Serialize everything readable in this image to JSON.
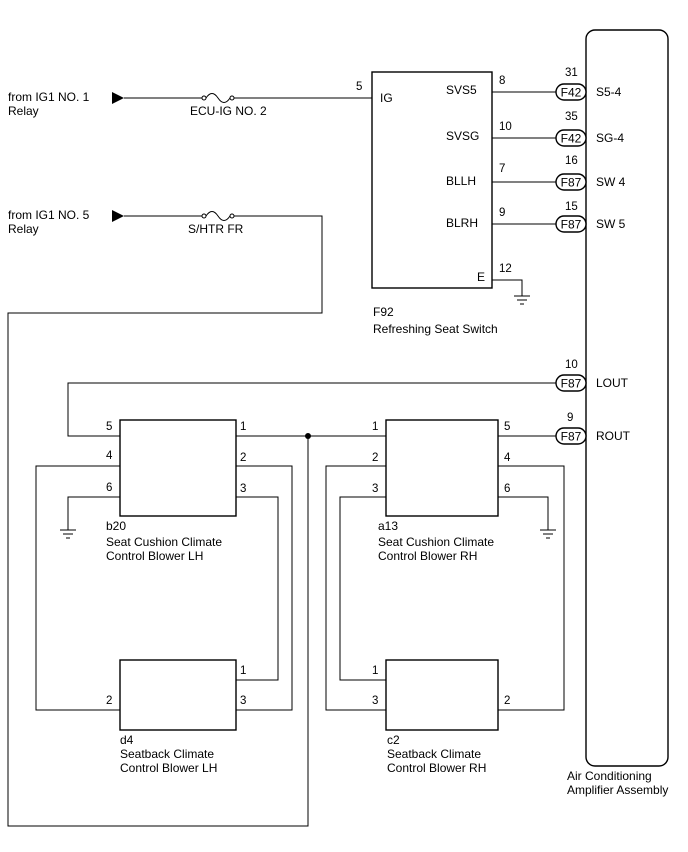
{
  "sources": {
    "ig1_no1": [
      "from IG1 NO. 1",
      "Relay"
    ],
    "ig1_no5": [
      "from IG1 NO. 5",
      "Relay"
    ]
  },
  "fuses": {
    "ecu_ig_no2": "ECU-IG NO. 2",
    "shtr_fr": "S/HTR FR"
  },
  "switch": {
    "connector": "F92",
    "name": "Refreshing Seat Switch",
    "ig_pin": "5",
    "ig_label": "IG",
    "terminals": [
      {
        "pin": "8",
        "label": "SVS5"
      },
      {
        "pin": "10",
        "label": "SVSG"
      },
      {
        "pin": "7",
        "label": "BLLH"
      },
      {
        "pin": "9",
        "label": "BLRH"
      }
    ],
    "ground_pin": "12",
    "ground_label": "E"
  },
  "amplifier": {
    "name": [
      "Air Conditioning",
      "Amplifier Assembly"
    ],
    "terminals": [
      {
        "pin": "31",
        "connector": "F42",
        "label": "S5-4"
      },
      {
        "pin": "35",
        "connector": "F42",
        "label": "SG-4"
      },
      {
        "pin": "16",
        "connector": "F87",
        "label": "SW 4"
      },
      {
        "pin": "15",
        "connector": "F87",
        "label": "SW 5"
      },
      {
        "pin": "10",
        "connector": "F87",
        "label": "LOUT"
      },
      {
        "pin": "9",
        "connector": "F87",
        "label": "ROUT"
      }
    ]
  },
  "blowers": {
    "cushion_lh": {
      "connector": "b20",
      "name": [
        "Seat Cushion Climate",
        "Control Blower LH"
      ],
      "pins": [
        "5",
        "4",
        "6",
        "1",
        "2",
        "3"
      ]
    },
    "cushion_rh": {
      "connector": "a13",
      "name": [
        "Seat Cushion Climate",
        "Control Blower RH"
      ],
      "pins": [
        "1",
        "2",
        "3",
        "5",
        "4",
        "6"
      ]
    },
    "back_lh": {
      "connector": "d4",
      "name": [
        "Seatback Climate",
        "Control Blower LH"
      ],
      "pins": [
        "2",
        "1",
        "3"
      ]
    },
    "back_rh": {
      "connector": "c2",
      "name": [
        "Seatback Climate",
        "Control Blower RH"
      ],
      "pins": [
        "1",
        "3",
        "2"
      ]
    }
  }
}
